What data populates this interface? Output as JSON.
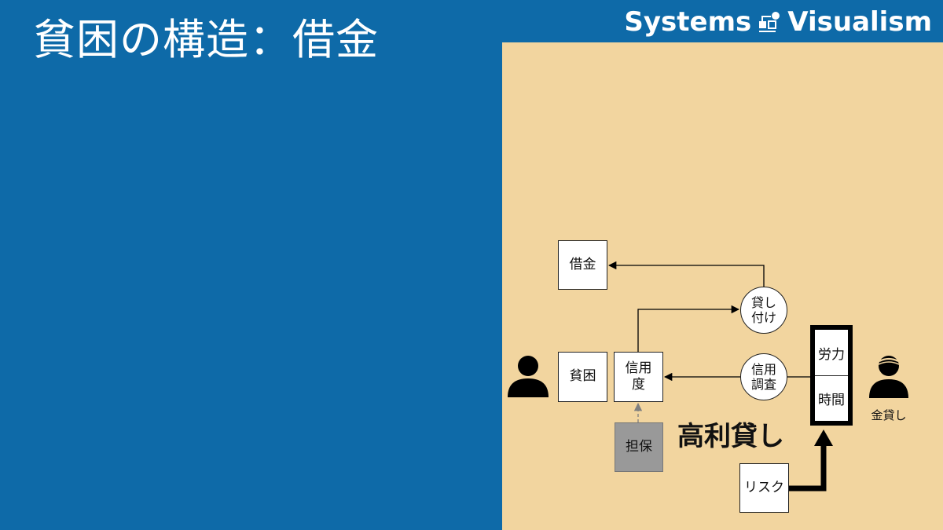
{
  "header": {
    "title": "貧困の構造：借金",
    "brand_left": "Systems",
    "brand_right": "Visualism"
  },
  "colors": {
    "background": "#0e6aa8",
    "panel": "#f2d59f",
    "box": "#ffffff",
    "gray_box": "#999999"
  },
  "diagram": {
    "nodes": {
      "debt": "借金",
      "poverty": "貧困",
      "credit_line1": "信用",
      "credit_line2": "度",
      "collateral": "担保",
      "risk": "リスク"
    },
    "flows": {
      "lending_line1": "貸し",
      "lending_line2": "付け",
      "credit_check_line1": "信用",
      "credit_check_line2": "調査"
    },
    "stock": {
      "top": "労力",
      "bottom": "時間"
    },
    "labels": {
      "loan_shark": "高利貸し",
      "lender": "金貸し"
    },
    "icons": {
      "borrower": "person-icon",
      "lender": "person-with-hair-icon",
      "brand": "systems-visualism-logo-icon"
    }
  }
}
